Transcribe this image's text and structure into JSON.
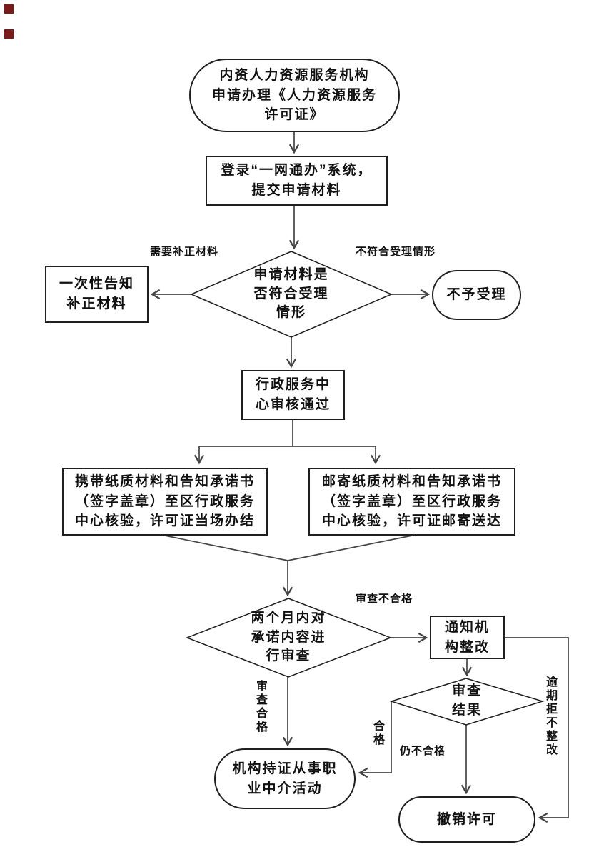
{
  "page": {
    "background": "#ffffff",
    "connector_color": "#444444",
    "border_color": "#1f1f1f",
    "marker_color": "#7a1b1b"
  },
  "nodes": {
    "start": {
      "lines": [
        "内资人力资源服务机构",
        "申请办理《人力资源服务",
        "许可证》"
      ]
    },
    "submit": {
      "lines": [
        "登录“一网通办”系统，",
        "提交申请材料"
      ]
    },
    "decision_accept": {
      "lines": [
        "申请材料是",
        "否符合受理",
        "情形"
      ]
    },
    "notify_fix": {
      "lines": [
        "一次性告知",
        "补正材料"
      ]
    },
    "reject": {
      "lines": [
        "不予受理"
      ]
    },
    "center_approve": {
      "lines": [
        "行政服务中",
        "心审核通过"
      ]
    },
    "bring_paper": {
      "lines": [
        "携带纸质材料和告知承诺书",
        "（签字盖章）至区行政服务",
        "中心核验，许可证当场办结"
      ]
    },
    "mail_paper": {
      "lines": [
        "邮寄纸质材料和告知承诺书",
        "（签字盖章）至区行政服务",
        "中心核验，许可证邮寄送达"
      ]
    },
    "decision_review": {
      "lines": [
        "两个月内对",
        "承诺内容进",
        "行审查"
      ]
    },
    "notify_rectify": {
      "lines": [
        "通知机",
        "构整改"
      ]
    },
    "decision_result": {
      "lines": [
        "审查",
        "结果"
      ]
    },
    "operate": {
      "lines": [
        "机构持证从事职",
        "业中介活动"
      ]
    },
    "revoke": {
      "lines": [
        "撤销许可"
      ]
    }
  },
  "edge_labels": {
    "need_supplement": "需要补正材料",
    "not_meet": "不符合受理情形",
    "review_fail": "审查不合格",
    "review_pass": "审查合格",
    "overdue": "逾期拒不整改",
    "pass": "合格",
    "still_fail": "仍不合格"
  }
}
